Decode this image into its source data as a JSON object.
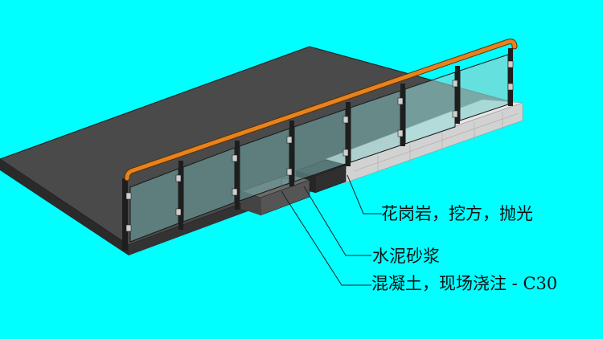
{
  "labels": {
    "granite": "花岗岩，挖方，抛光",
    "mortar": "水泥砂浆",
    "concrete": "混凝土，现场浇注 - C30"
  },
  "colors": {
    "background": "#00ffff",
    "slab_top": "#4a4a4a",
    "slab_side": "#2c2c2c",
    "handrail": "#e8821e",
    "glass": "#8fd3d0",
    "granite": "#dcdcdc",
    "mortar": "#3a3a3a",
    "concrete": "#5a5a5a",
    "leader": "#222222"
  }
}
